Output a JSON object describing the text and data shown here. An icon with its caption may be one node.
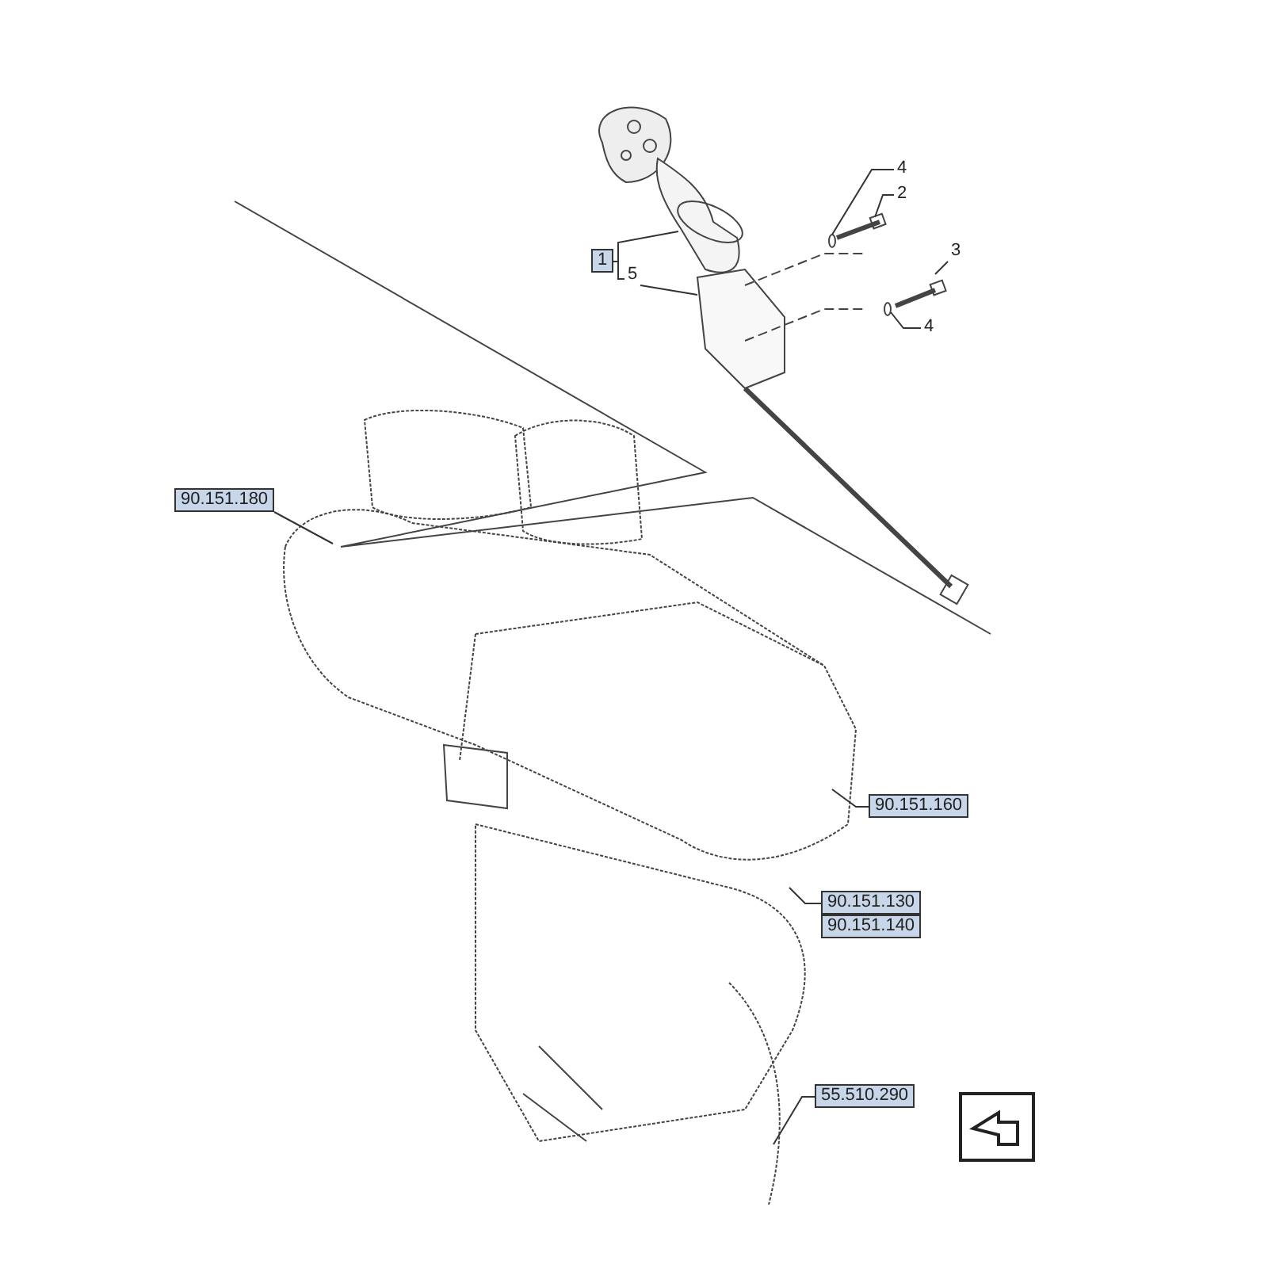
{
  "diagram": {
    "nodes": [
      {
        "text": [
          "4"
        ]
      },
      {
        "text": [
          "2"
        ]
      },
      {
        "text": [
          "1"
        ]
      },
      {
        "text": [
          "5"
        ]
      },
      {
        "text": [
          "3"
        ]
      },
      {
        "text": [
          "4"
        ]
      },
      {
        "text": [
          "90.151.180"
        ]
      },
      {
        "text": [
          "90.151.160"
        ]
      },
      {
        "text": [
          "90.151.130"
        ]
      },
      {
        "text": [
          "90.151.140"
        ]
      },
      {
        "text": [
          "55.510.290"
        ]
      }
    ],
    "edges": [
      {
        "from": 0,
        "to": null,
        "arrow": "none"
      },
      {
        "from": 1,
        "to": null,
        "arrow": "none"
      },
      {
        "from": 2,
        "to": null,
        "arrow": "none"
      },
      {
        "from": 2,
        "to": 3,
        "arrow": "none"
      },
      {
        "from": 3,
        "to": null,
        "arrow": "none"
      },
      {
        "from": 4,
        "to": null,
        "arrow": "none"
      },
      {
        "from": 5,
        "to": null,
        "arrow": "none"
      },
      {
        "from": 6,
        "to": null,
        "arrow": "none"
      },
      {
        "from": 7,
        "to": null,
        "arrow": "none"
      },
      {
        "from": 8,
        "to": null,
        "arrow": "none"
      },
      {
        "from": 10,
        "to": null,
        "arrow": "none"
      }
    ]
  }
}
